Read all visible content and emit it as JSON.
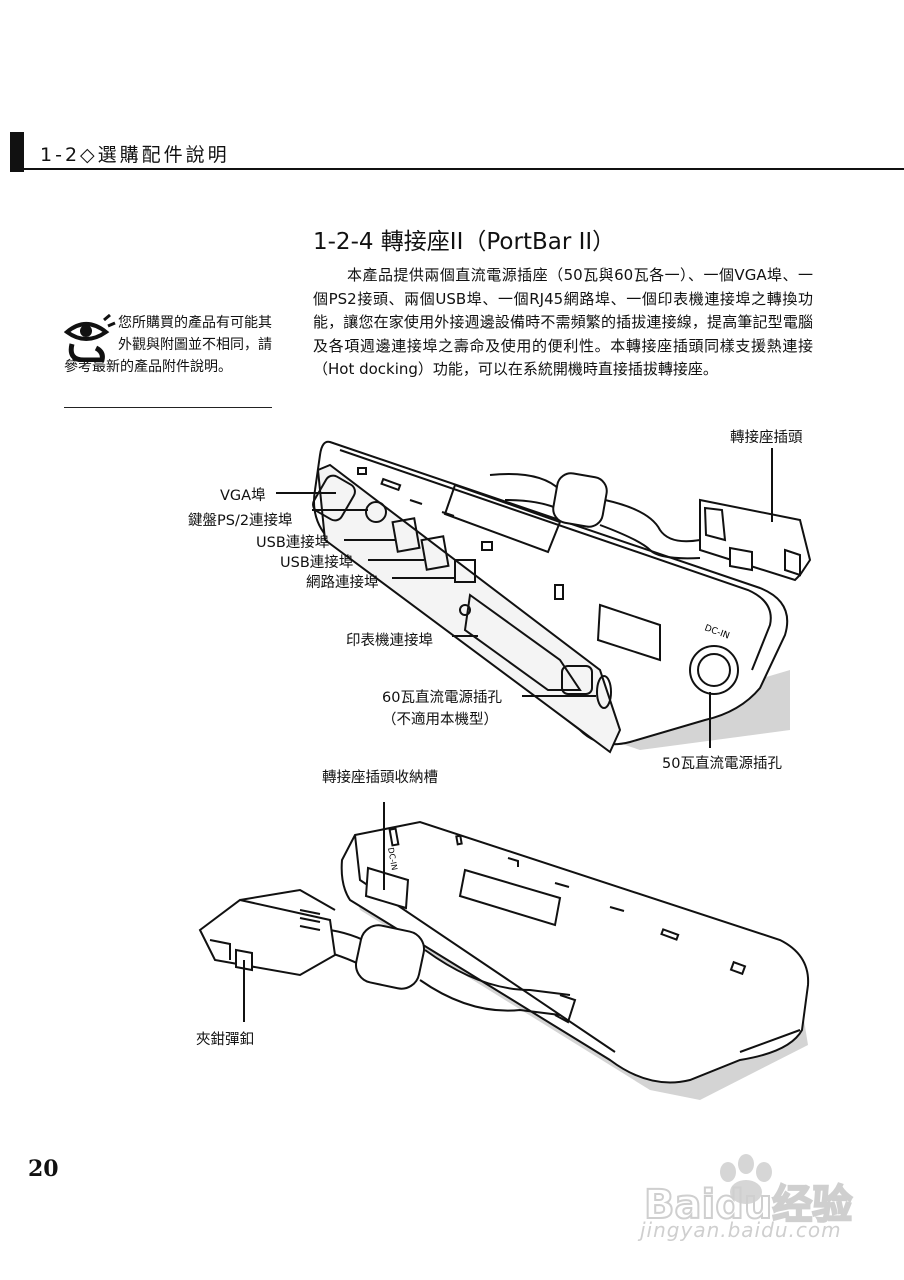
{
  "header": {
    "title": "1-2◇選購配件說明"
  },
  "section": {
    "title": "1-2-4 轉接座II（PortBar II）",
    "paragraph": "本產品提供兩個直流電源插座（50瓦與60瓦各一）、一個VGA埠、一個PS2接頭、兩個USB埠、一個RJ45網路埠、一個印表機連接埠之轉換功能，讓您在家使用外接週邊設備時不需頻繁的插拔連接線，提高筆記型電腦及各項週邊連接埠之壽命及使用的便利性。本轉接座插頭同樣支援熱連接（Hot docking）功能，可以在系統開機時直接插拔轉接座。"
  },
  "note": {
    "text": "您所購買的產品有可能其外觀與附圖並不相同，請參考最新的產品附件說明。"
  },
  "diagram1": {
    "labels": {
      "connector_plug": "轉接座插頭",
      "vga_port": "VGA埠",
      "ps2_port": "鍵盤PS/2連接埠",
      "usb_port_1": "USB連接埠",
      "usb_port_2": "USB連接埠",
      "network_port": "網路連接埠",
      "printer_port": "印表機連接埠",
      "dc_60w": "60瓦直流電源插孔",
      "dc_60w_note": "（不適用本機型）",
      "dc_50w": "50瓦直流電源插孔"
    },
    "device_marking": "DC-IN"
  },
  "diagram2": {
    "labels": {
      "plug_slot": "轉接座插頭收納槽",
      "clip": "夾鉗彈釦"
    },
    "device_marking": "DC-IN"
  },
  "page_number": "20",
  "watermark": {
    "brand": "Baidu经验",
    "url": "jingyan.baidu.com"
  }
}
